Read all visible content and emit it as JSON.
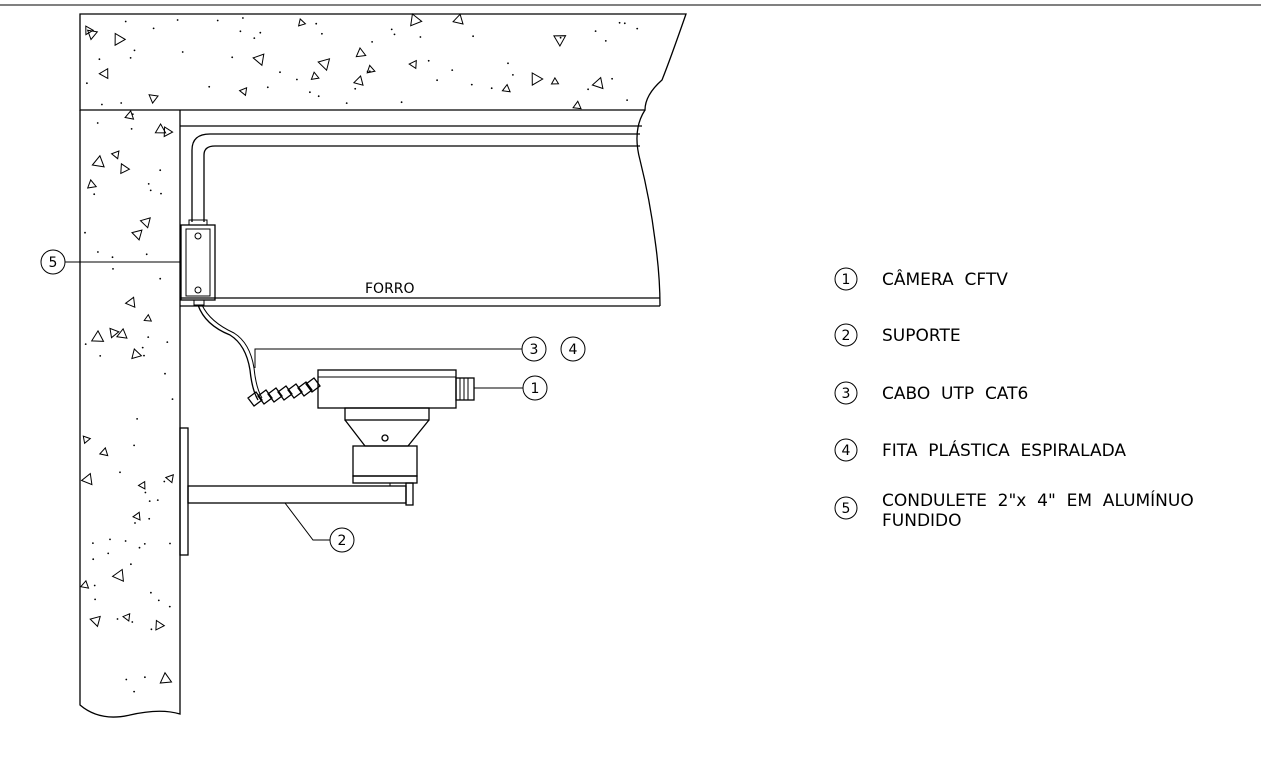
{
  "drawing": {
    "forro_label": "FORRO",
    "callouts": {
      "camera": "1",
      "support": "2",
      "cable": "3",
      "tape": "4",
      "conduit": "5"
    }
  },
  "legend": {
    "items": [
      {
        "number": "1",
        "lines": [
          "CÂMERA  CFTV"
        ]
      },
      {
        "number": "2",
        "lines": [
          "SUPORTE"
        ]
      },
      {
        "number": "3",
        "lines": [
          "CABO  UTP  CAT6"
        ]
      },
      {
        "number": "4",
        "lines": [
          "FITA  PLÁSTICA  ESPIRALADA"
        ]
      },
      {
        "number": "5",
        "lines": [
          "CONDULETE  2\"x  4\"  EM  ALUMÍNUO",
          "FUNDIDO"
        ]
      }
    ]
  },
  "colors": {
    "line": "#000000",
    "background": "#ffffff"
  }
}
